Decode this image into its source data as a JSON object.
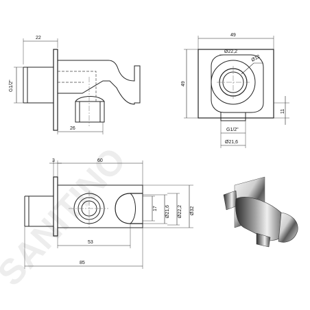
{
  "watermark": "SANITINO",
  "views": {
    "side": {
      "dim_depth": "22",
      "dim_thread": "G1/2\"",
      "dim_outlet_offset": "26"
    },
    "front": {
      "dim_width": "49",
      "dim_height": "49",
      "dim_bore": "Ø22,2",
      "dim_ring": "Ø12",
      "dim_offset": "11",
      "dim_thread": "G1/2\"",
      "dim_thread_dia": "Ø21,6"
    },
    "top": {
      "dim_plate": "3",
      "dim_length": "60",
      "dim_slot": "17",
      "dim_d1": "Ø21,6",
      "dim_d2": "Ø22,2",
      "dim_d3": "Ø32",
      "dim_center": "53",
      "dim_total": "85"
    }
  },
  "colors": {
    "line": "#222222",
    "chrome_light": "#f2f2f2",
    "chrome_dark": "#3a3a3a"
  }
}
